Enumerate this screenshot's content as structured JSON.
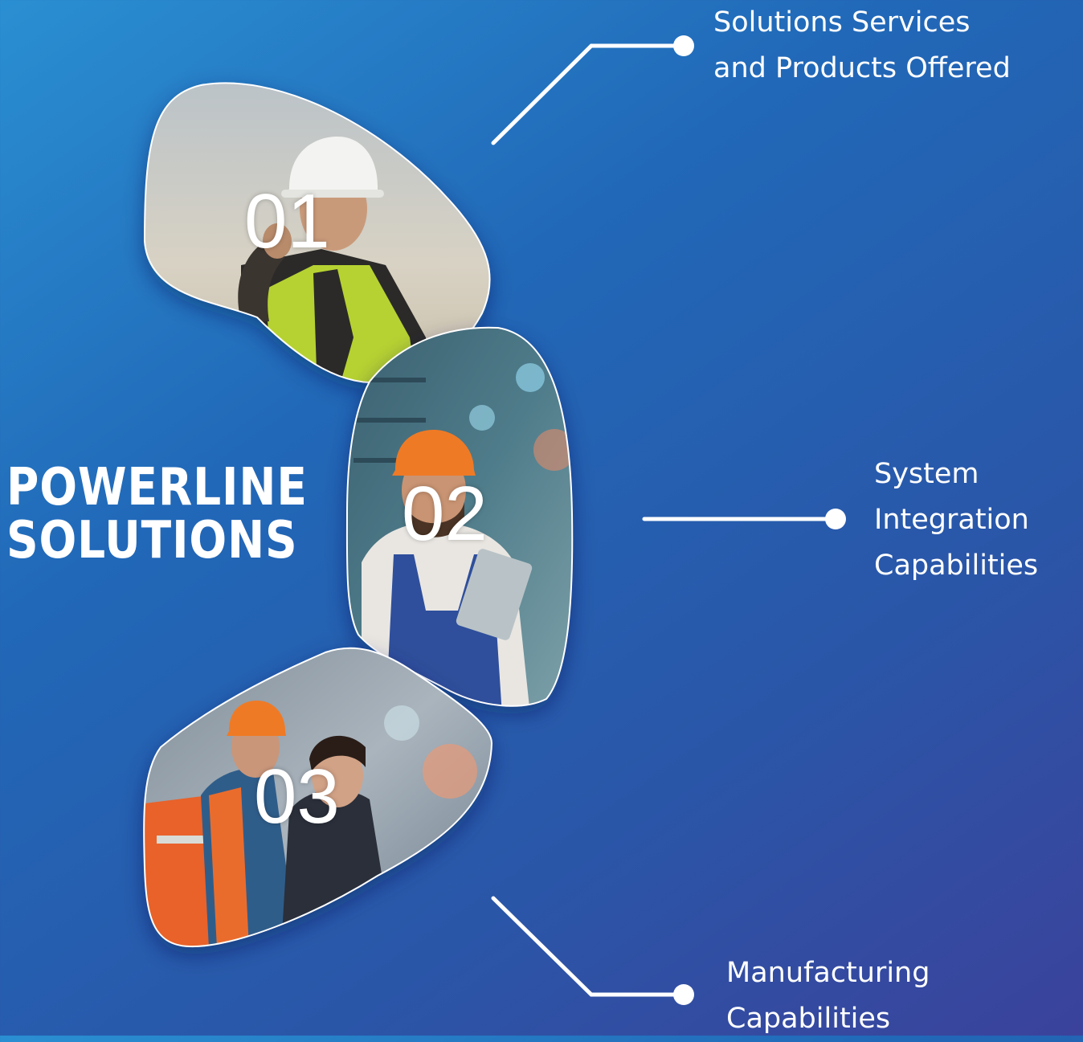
{
  "title": {
    "line1": "POWERLINE",
    "line2": "SOLUTIONS"
  },
  "segments": [
    {
      "number": "01",
      "image": "worker-in-hardhat-and-safety-vest-on-phone",
      "label_lines": [
        "Solutions Services",
        "and Products Offered"
      ]
    },
    {
      "number": "02",
      "image": "engineer-in-orange-hardhat-holding-tablet",
      "label_lines": [
        "System",
        "Integration",
        "Capabilities"
      ]
    },
    {
      "number": "03",
      "image": "team-of-workers-in-hardhats-in-factory",
      "label_lines": [
        "Manufacturing",
        "Capabilities"
      ]
    }
  ],
  "colors": {
    "background_start": "#2a8fd2",
    "background_end": "#3b429b",
    "text": "#ffffff",
    "connector": "#ffffff"
  }
}
